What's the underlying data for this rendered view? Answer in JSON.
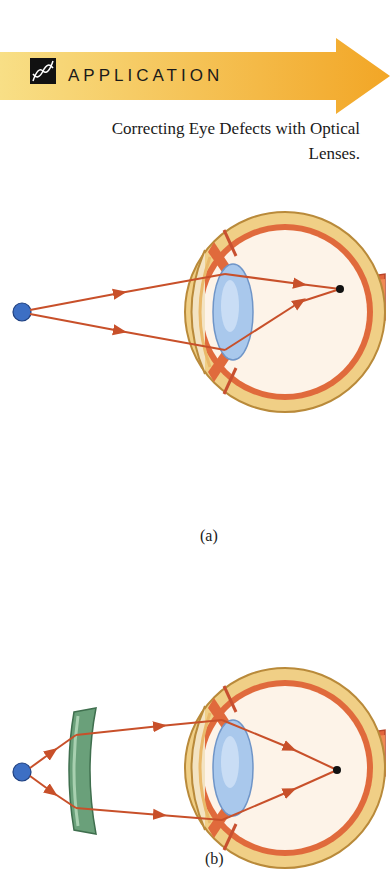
{
  "diagram": {
    "title": "Correcting Eye Defects with Optical Lenses.",
    "nodes": [
      {
        "text": [
          "APPLICATION"
        ]
      }
    ],
    "labels": [
      "(a)",
      "(b)"
    ]
  }
}
